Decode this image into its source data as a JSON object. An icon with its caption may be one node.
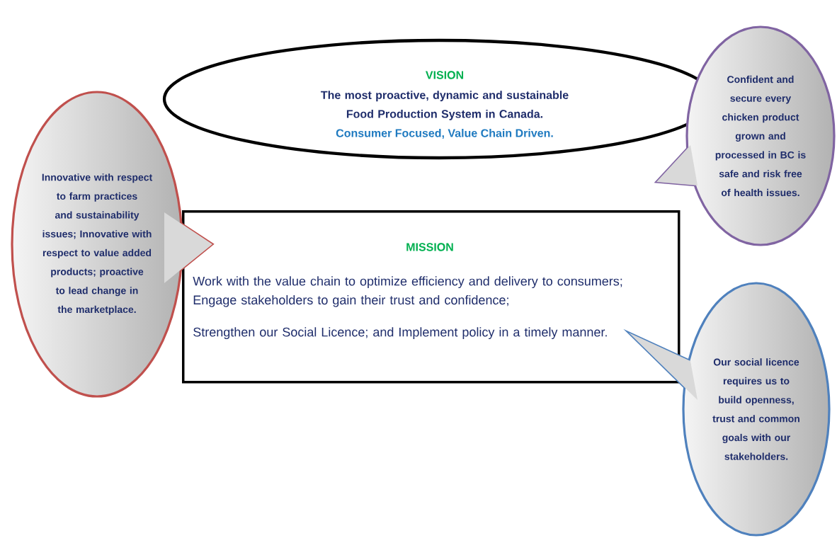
{
  "diagram": {
    "nodes": [
      {
        "text": [
          "VISION",
          "The most proactive, dynamic and sustainable Food Production System in Canada.",
          "Consumer Focused, Value Chain Driven."
        ]
      },
      {
        "text": [
          "MISSION",
          "Work with the value chain to optimize efficiency and delivery to consumers; Engage stakeholders to gain their trust and confidence;",
          "Strengthen our Social Licence; and Implement policy in a timely manner."
        ]
      },
      {
        "text": [
          "Innovative with respect to farm practices and sustainability issues; Innovative with respect to value added products; proactive to lead change in the marketplace."
        ]
      },
      {
        "text": [
          "Confident and secure every chicken product grown and processed in BC is safe and risk free of health issues."
        ]
      },
      {
        "text": [
          "Our social licence requires us to build openness, trust and common goals with our stakeholders."
        ]
      }
    ]
  }
}
